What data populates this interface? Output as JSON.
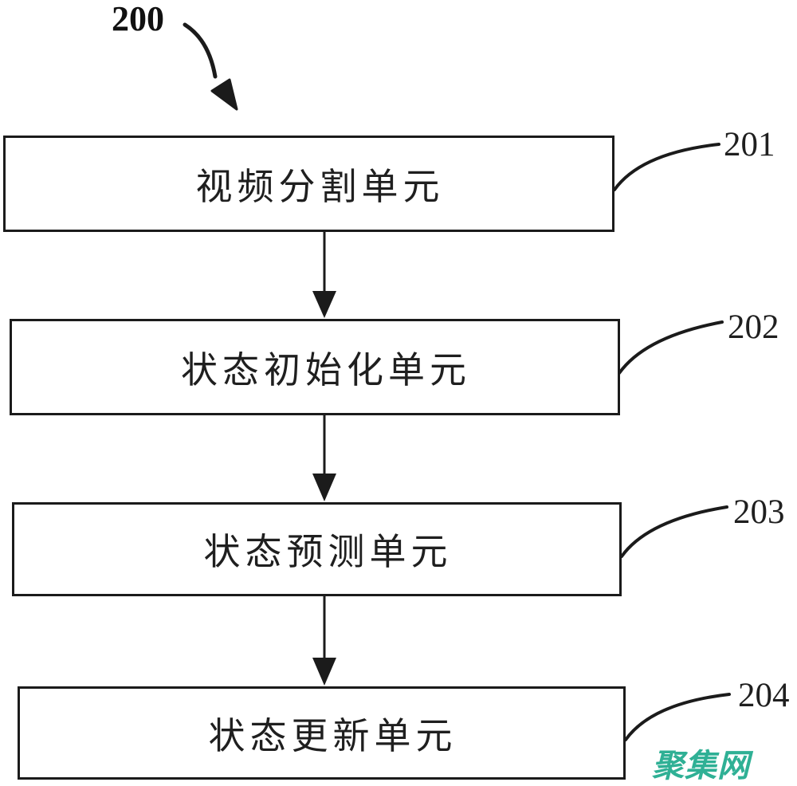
{
  "figure": {
    "label": "200"
  },
  "units": [
    {
      "ref": "201",
      "label": "视频分割单元"
    },
    {
      "ref": "202",
      "label": "状态初始化单元"
    },
    {
      "ref": "203",
      "label": "状态预测单元"
    },
    {
      "ref": "204",
      "label": "状态更新单元"
    }
  ],
  "watermark": {
    "text": "聚集网",
    "color": "#2fb095"
  },
  "colors": {
    "line": "#1b1b1b",
    "text": "#1f1f1f",
    "background": "#ffffff"
  }
}
